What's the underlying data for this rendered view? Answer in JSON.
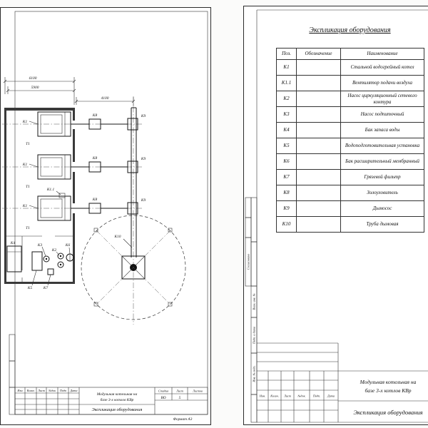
{
  "left_sheet": {
    "dims": {
      "d1": "6100",
      "d2": "5900",
      "d3": "4100"
    },
    "labels": {
      "k1": "К1",
      "t1": "Т1",
      "k11": "К1.1",
      "k2": "К2",
      "k3": "К3",
      "k4": "К4",
      "k5": "К5",
      "k6": "К6",
      "k7": "К7",
      "k8": "К8",
      "k9": "К9",
      "k10": "К10"
    },
    "title_block": {
      "cols": {
        "izm": "Изм",
        "kol": "Колич",
        "list": "Лист",
        "ndok": "№док",
        "podp": "Подп",
        "data": "Дата"
      },
      "project_line1": "Модульная котельная на",
      "project_line2": "базе 3-х котлов КВр",
      "doc_title": "Экспликация оборудования",
      "stage_label": "Стадия",
      "sheet_label": "Лист",
      "sheets_label": "Листов",
      "stage_value": "ВО",
      "sheet_value": "5"
    },
    "format_label": "Формат А3"
  },
  "right_sheet": {
    "title": "Экспликация оборудования",
    "table": {
      "headers": {
        "pos": "Поз.",
        "designation": "Обозначение",
        "name": "Наименование"
      },
      "rows": [
        {
          "pos": "К1",
          "designation": "",
          "name": "Стальной водогрейный котел"
        },
        {
          "pos": "К1.1",
          "designation": "",
          "name": "Вентилятор подачи воздуха"
        },
        {
          "pos": "К2",
          "designation": "",
          "name": "Насос циркуляционный сетевого контура"
        },
        {
          "pos": "К3",
          "designation": "",
          "name": "Насос подпиточный"
        },
        {
          "pos": "К4",
          "designation": "",
          "name": "Бак запаса воды"
        },
        {
          "pos": "К5",
          "designation": "",
          "name": "Водоподготовительная установка"
        },
        {
          "pos": "К6",
          "designation": "",
          "name": "Бак расширительный мембранный"
        },
        {
          "pos": "К7",
          "designation": "",
          "name": "Грязевой фильтр"
        },
        {
          "pos": "К8",
          "designation": "",
          "name": "Золоуловитель"
        },
        {
          "pos": "К9",
          "designation": "",
          "name": "Дымосос"
        },
        {
          "pos": "К10",
          "designation": "",
          "name": "Труба дымовая"
        }
      ]
    },
    "margin_labels": {
      "soglasovano": "Согласовано",
      "vzam": "Взам. инв. №",
      "podp_data": "Подп. и дата",
      "inv_podl": "Инв. № подл."
    },
    "title_block": {
      "cols": {
        "izm": "Изм.",
        "kol": "Колич.",
        "list": "Лист",
        "ndok": "№док.",
        "podp": "Подп.",
        "data": "Дата"
      },
      "project_line1": "Модульная котельная на",
      "project_line2": "базе 3-х котлов КВр",
      "doc_title": "Экспликация оборудования"
    }
  }
}
